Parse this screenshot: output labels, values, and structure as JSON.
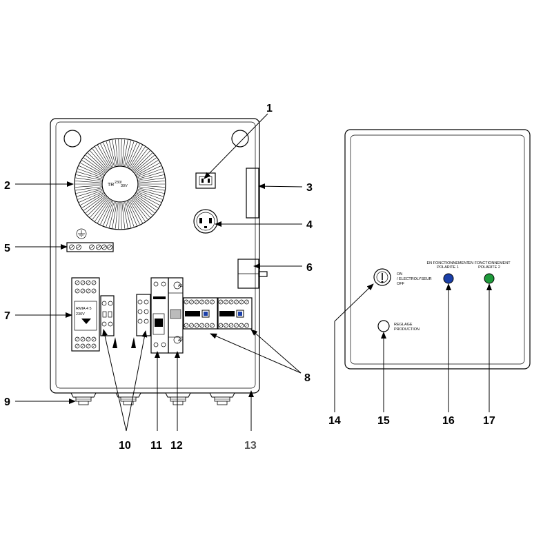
{
  "callouts": {
    "c1": "1",
    "c2": "2",
    "c3": "3",
    "c4": "4",
    "c5": "5",
    "c6": "6",
    "c7": "7",
    "c8": "8",
    "c9": "9",
    "c10": "10",
    "c11": "11",
    "c12": "12",
    "c13": "13",
    "c14": "14",
    "c15": "15",
    "c16": "16",
    "c17": "17"
  },
  "callout_13_color": "#555555",
  "transformer": {
    "label_main": "TR",
    "label_sup": "230/",
    "label_sub": "30V"
  },
  "relay": {
    "label": "RMIA 4 5",
    "voltage": "230V"
  },
  "front_panel": {
    "switch_label_on": "ON",
    "switch_label_mid": "/ ELECTROLYSEUR",
    "switch_label_off": "OFF",
    "reglage_line1": "REGLAGE",
    "reglage_line2": "PRODUCTION",
    "pol1_line1": "EN FONCTIONNEMENT",
    "pol1_line2": "POLARITE 1",
    "pol2_line1": "EN FONCTIONNEMENT",
    "pol2_line2": "POLARITE 2"
  },
  "breaker_labels": {
    "a1": "A1",
    "a2": "A2"
  },
  "colors": {
    "led_blue": "#1a3fa8",
    "led_green": "#1e9a3a",
    "ink": "#000000"
  }
}
